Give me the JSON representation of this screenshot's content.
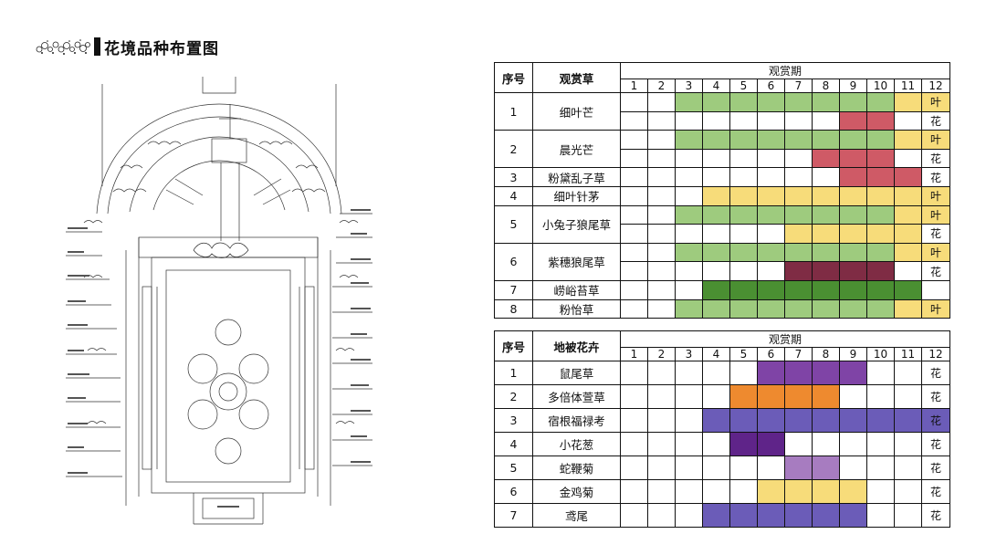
{
  "title": "花境品种布置图",
  "colors": {
    "light_green": "#9ecb7e",
    "dark_green": "#4a8f32",
    "yellow": "#f7dc7a",
    "red": "#cf5a66",
    "maroon": "#7f2c44",
    "purple": "#7f44a6",
    "dark_purple": "#5f2489",
    "lavender": "#a77cc0",
    "blue_violet": "#6b5cb8",
    "orange": "#ee8a2f",
    "white": "#ffffff"
  },
  "table1": {
    "col_seq": "序号",
    "col_name": "观赏草",
    "period_label": "观赏期",
    "months": [
      "1",
      "2",
      "3",
      "4",
      "5",
      "6",
      "7",
      "8",
      "9",
      "10",
      "11",
      "12"
    ],
    "rows": [
      {
        "seq": "1",
        "name": "细叶芒",
        "sub": [
          {
            "type": "叶",
            "cells": [
              "white",
              "white",
              "light_green",
              "light_green",
              "light_green",
              "light_green",
              "light_green",
              "light_green",
              "light_green",
              "light_green",
              "yellow",
              "yellow"
            ]
          },
          {
            "type": "花",
            "cells": [
              "white",
              "white",
              "white",
              "white",
              "white",
              "white",
              "white",
              "white",
              "red",
              "red",
              "white",
              "white"
            ]
          }
        ]
      },
      {
        "seq": "2",
        "name": "晨光芒",
        "sub": [
          {
            "type": "叶",
            "cells": [
              "white",
              "white",
              "light_green",
              "light_green",
              "light_green",
              "light_green",
              "light_green",
              "light_green",
              "light_green",
              "light_green",
              "yellow",
              "yellow"
            ]
          },
          {
            "type": "花",
            "cells": [
              "white",
              "white",
              "white",
              "white",
              "white",
              "white",
              "white",
              "red",
              "red",
              "red",
              "white",
              "white"
            ]
          }
        ]
      },
      {
        "seq": "3",
        "name": "粉黛乱子草",
        "sub": [
          {
            "type": "花",
            "cells": [
              "white",
              "white",
              "white",
              "white",
              "white",
              "white",
              "white",
              "white",
              "red",
              "red",
              "red",
              "white"
            ]
          }
        ]
      },
      {
        "seq": "4",
        "name": "细叶针茅",
        "sub": [
          {
            "type": "叶",
            "cells": [
              "white",
              "white",
              "white",
              "yellow",
              "yellow",
              "yellow",
              "yellow",
              "yellow",
              "yellow",
              "yellow",
              "yellow",
              "yellow"
            ]
          }
        ]
      },
      {
        "seq": "5",
        "name": "小兔子狼尾草",
        "sub": [
          {
            "type": "叶",
            "cells": [
              "white",
              "white",
              "light_green",
              "light_green",
              "light_green",
              "light_green",
              "light_green",
              "light_green",
              "light_green",
              "light_green",
              "yellow",
              "yellow"
            ]
          },
          {
            "type": "花",
            "cells": [
              "white",
              "white",
              "white",
              "white",
              "white",
              "white",
              "yellow",
              "yellow",
              "yellow",
              "yellow",
              "yellow",
              "white"
            ]
          }
        ]
      },
      {
        "seq": "6",
        "name": "紫穗狼尾草",
        "sub": [
          {
            "type": "叶",
            "cells": [
              "white",
              "white",
              "light_green",
              "light_green",
              "light_green",
              "light_green",
              "light_green",
              "light_green",
              "light_green",
              "light_green",
              "yellow",
              "yellow"
            ]
          },
          {
            "type": "花",
            "cells": [
              "white",
              "white",
              "white",
              "white",
              "white",
              "white",
              "maroon",
              "maroon",
              "maroon",
              "maroon",
              "white",
              "white"
            ]
          }
        ]
      },
      {
        "seq": "7",
        "name": "崂峪苔草",
        "sub": [
          {
            "type": "",
            "cells": [
              "white",
              "white",
              "white",
              "dark_green",
              "dark_green",
              "dark_green",
              "dark_green",
              "dark_green",
              "dark_green",
              "dark_green",
              "dark_green",
              "white"
            ]
          }
        ]
      },
      {
        "seq": "8",
        "name": "粉怡草",
        "sub": [
          {
            "type": "叶",
            "cells": [
              "white",
              "white",
              "light_green",
              "light_green",
              "light_green",
              "light_green",
              "light_green",
              "light_green",
              "light_green",
              "light_green",
              "yellow",
              "yellow"
            ]
          }
        ]
      }
    ]
  },
  "table2": {
    "col_seq": "序号",
    "col_name": "地被花卉",
    "period_label": "观赏期",
    "months": [
      "1",
      "2",
      "3",
      "4",
      "5",
      "6",
      "7",
      "8",
      "9",
      "10",
      "11",
      "12"
    ],
    "rows": [
      {
        "seq": "1",
        "name": "鼠尾草",
        "sub": [
          {
            "type": "花",
            "cells": [
              "white",
              "white",
              "white",
              "white",
              "white",
              "purple",
              "purple",
              "purple",
              "purple",
              "white",
              "white",
              "white"
            ]
          }
        ]
      },
      {
        "seq": "2",
        "name": "多倍体萱草",
        "sub": [
          {
            "type": "花",
            "cells": [
              "white",
              "white",
              "white",
              "white",
              "orange",
              "orange",
              "orange",
              "orange",
              "white",
              "white",
              "white",
              "white"
            ]
          }
        ]
      },
      {
        "seq": "3",
        "name": "宿根福禄考",
        "sub": [
          {
            "type": "花",
            "cells": [
              "white",
              "white",
              "white",
              "blue_violet",
              "blue_violet",
              "blue_violet",
              "blue_violet",
              "blue_violet",
              "blue_violet",
              "blue_violet",
              "blue_violet",
              "blue_violet"
            ]
          }
        ]
      },
      {
        "seq": "4",
        "name": "小花葱",
        "sub": [
          {
            "type": "花",
            "cells": [
              "white",
              "white",
              "white",
              "white",
              "dark_purple",
              "dark_purple",
              "white",
              "white",
              "white",
              "white",
              "white",
              "white"
            ]
          }
        ]
      },
      {
        "seq": "5",
        "name": "蛇鞭菊",
        "sub": [
          {
            "type": "花",
            "cells": [
              "white",
              "white",
              "white",
              "white",
              "white",
              "white",
              "lavender",
              "lavender",
              "white",
              "white",
              "white",
              "white"
            ]
          }
        ]
      },
      {
        "seq": "6",
        "name": "金鸡菊",
        "sub": [
          {
            "type": "花",
            "cells": [
              "white",
              "white",
              "white",
              "white",
              "white",
              "yellow",
              "yellow",
              "yellow",
              "yellow",
              "white",
              "white",
              "white"
            ]
          }
        ]
      },
      {
        "seq": "7",
        "name": "鸢尾",
        "sub": [
          {
            "type": "花",
            "cells": [
              "white",
              "white",
              "white",
              "blue_violet",
              "blue_violet",
              "blue_violet",
              "blue_violet",
              "blue_violet",
              "blue_violet",
              "white",
              "white",
              "white"
            ]
          }
        ]
      }
    ]
  }
}
